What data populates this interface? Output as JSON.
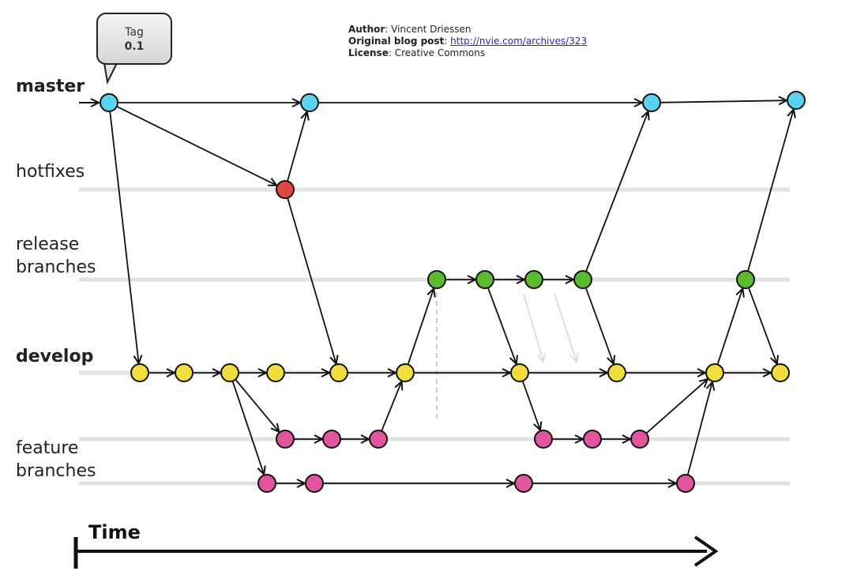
{
  "credits": {
    "author_label": "Author",
    "author": ": Vincent Driessen",
    "post_label": "Original blog post",
    "post_sep": ": ",
    "post_url": "http://nvie.com/archives/323",
    "license_label": "License",
    "license": ": Creative Commons"
  },
  "tag": {
    "title": "Tag",
    "version": "0.1"
  },
  "lanes": {
    "master": "master",
    "hotfixes": "hotfixes",
    "release_1": "release",
    "release_2": "branches",
    "develop": "develop",
    "feature_1": "feature",
    "feature_2": "branches"
  },
  "time_label": "Time",
  "colors": {
    "master": "#5bd2ee",
    "hotfix": "#e04848",
    "release": "#5cba2e",
    "develop": "#f2dc3c",
    "feature": "#e0559e"
  },
  "commits": [
    {
      "id": "m1",
      "lane": "master"
    },
    {
      "id": "m2",
      "lane": "master"
    },
    {
      "id": "m3",
      "lane": "master"
    },
    {
      "id": "m4",
      "lane": "master"
    },
    {
      "id": "h1",
      "lane": "hotfix"
    },
    {
      "id": "r1",
      "lane": "release"
    },
    {
      "id": "r2",
      "lane": "release"
    },
    {
      "id": "r3",
      "lane": "release"
    },
    {
      "id": "r4",
      "lane": "release"
    },
    {
      "id": "r5",
      "lane": "release"
    },
    {
      "id": "d1",
      "lane": "develop"
    },
    {
      "id": "d2",
      "lane": "develop"
    },
    {
      "id": "d3",
      "lane": "develop"
    },
    {
      "id": "d4",
      "lane": "develop"
    },
    {
      "id": "d5",
      "lane": "develop"
    },
    {
      "id": "d6",
      "lane": "develop"
    },
    {
      "id": "d7",
      "lane": "develop"
    },
    {
      "id": "d8",
      "lane": "develop"
    },
    {
      "id": "d9",
      "lane": "develop"
    },
    {
      "id": "d10",
      "lane": "develop"
    },
    {
      "id": "f1",
      "lane": "feature"
    },
    {
      "id": "f2",
      "lane": "feature"
    },
    {
      "id": "f3",
      "lane": "feature"
    },
    {
      "id": "f4",
      "lane": "feature"
    },
    {
      "id": "f5",
      "lane": "feature"
    },
    {
      "id": "f6",
      "lane": "feature"
    },
    {
      "id": "g1",
      "lane": "feature"
    },
    {
      "id": "g2",
      "lane": "feature"
    },
    {
      "id": "g3",
      "lane": "feature"
    },
    {
      "id": "g4",
      "lane": "feature"
    }
  ],
  "edges": [
    [
      "m1",
      "m2"
    ],
    [
      "m2",
      "m3"
    ],
    [
      "m3",
      "m4"
    ],
    [
      "m1",
      "h1"
    ],
    [
      "h1",
      "m2"
    ],
    [
      "m1",
      "d1"
    ],
    [
      "h1",
      "d5"
    ],
    [
      "d1",
      "d2"
    ],
    [
      "d2",
      "d3"
    ],
    [
      "d3",
      "d4"
    ],
    [
      "d4",
      "d5"
    ],
    [
      "d5",
      "d6"
    ],
    [
      "d6",
      "d7"
    ],
    [
      "d7",
      "d8"
    ],
    [
      "d8",
      "d9"
    ],
    [
      "d9",
      "d10"
    ],
    [
      "d6",
      "r1"
    ],
    [
      "r1",
      "r2"
    ],
    [
      "r2",
      "r3"
    ],
    [
      "r3",
      "r4"
    ],
    [
      "r2",
      "d7"
    ],
    [
      "r4",
      "d8"
    ],
    [
      "r4",
      "m3"
    ],
    [
      "d9",
      "r5"
    ],
    [
      "r5",
      "m4"
    ],
    [
      "r5",
      "d10"
    ],
    [
      "d3",
      "f1"
    ],
    [
      "f1",
      "f2"
    ],
    [
      "f2",
      "f3"
    ],
    [
      "f3",
      "d6"
    ],
    [
      "d3",
      "g1"
    ],
    [
      "g1",
      "g2"
    ],
    [
      "g2",
      "g3"
    ],
    [
      "g3",
      "g4"
    ],
    [
      "g4",
      "d9"
    ],
    [
      "d7",
      "f4"
    ],
    [
      "f4",
      "f5"
    ],
    [
      "f5",
      "f6"
    ],
    [
      "f6",
      "d9"
    ]
  ]
}
